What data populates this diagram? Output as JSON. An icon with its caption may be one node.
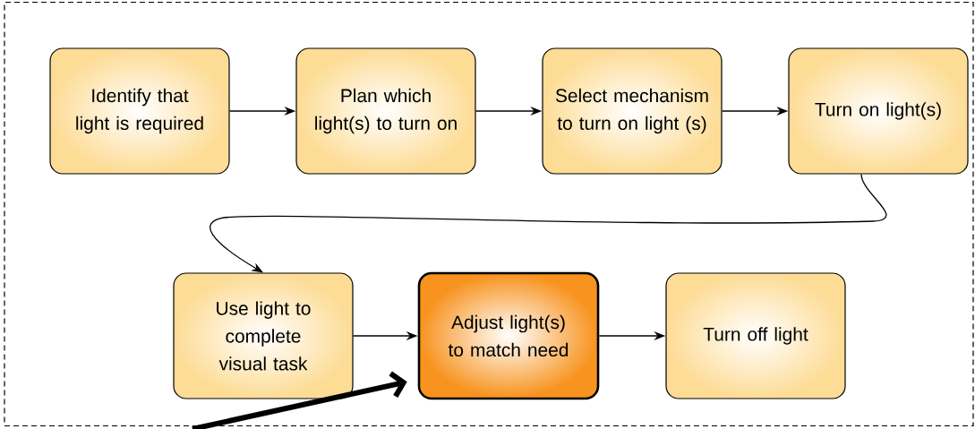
{
  "diagram": {
    "nodes": [
      {
        "text": [],
        "shape": "box"
      },
      {
        "text": [
          "Identify that light is required"
        ],
        "in": 0
      },
      {
        "text": [
          "Plan which light(s) to turn on"
        ],
        "in": 0
      },
      {
        "text": [
          "Select mechanism to turn on light (s)"
        ],
        "in": 0
      },
      {
        "text": [
          "Turn on light(s)"
        ],
        "in": 0
      },
      {
        "text": [
          "Use light to complete visual task"
        ],
        "in": 0
      },
      {
        "text": [
          "Adjust light(s) to match need"
        ],
        "in": 0
      },
      {
        "text": [
          "Turn off light"
        ],
        "in": 0
      }
    ],
    "edges": [
      {
        "from": 1,
        "to": 2,
        "arrow": "to"
      },
      {
        "from": 2,
        "to": 3,
        "arrow": "to"
      },
      {
        "from": 3,
        "to": 4,
        "arrow": "to"
      },
      {
        "from": 4,
        "to": 5,
        "arrow": "to"
      },
      {
        "from": 5,
        "to": 6,
        "arrow": "to"
      },
      {
        "from": 6,
        "to": 7,
        "arrow": "to"
      },
      {
        "from": null,
        "to": 6,
        "arrow": "to",
        "style": "thick"
      }
    ]
  }
}
